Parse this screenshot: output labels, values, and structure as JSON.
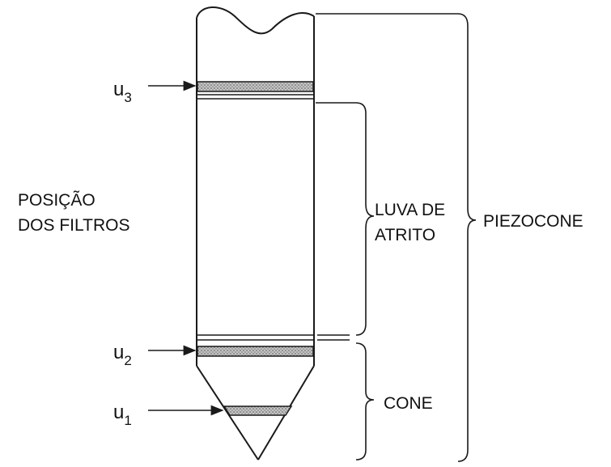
{
  "title_label": {
    "line1": "POSIÇÃO",
    "line2": "DOS FILTROS"
  },
  "filters": {
    "u3": {
      "base": "u",
      "sub": "3"
    },
    "u2": {
      "base": "u",
      "sub": "2"
    },
    "u1": {
      "base": "u",
      "sub": "1"
    }
  },
  "regions": {
    "sleeve": {
      "line1": "LUVA DE",
      "line2": "ATRITO"
    },
    "cone": "CONE",
    "piezocone": "PIEZOCONE"
  },
  "colors": {
    "ink": "#1a1a1a",
    "filter_fill": "#b8b8b8",
    "background": "#ffffff"
  }
}
